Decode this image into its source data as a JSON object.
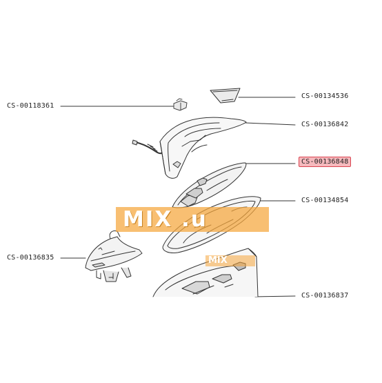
{
  "parts": [
    {
      "id": "p1",
      "code": "CS-00118361",
      "highlighted": false
    },
    {
      "id": "p2",
      "code": "CS-00134536",
      "highlighted": false
    },
    {
      "id": "p3",
      "code": "CS-00136842",
      "highlighted": false
    },
    {
      "id": "p4",
      "code": "CS-00136848",
      "highlighted": true
    },
    {
      "id": "p5",
      "code": "CS-00134854",
      "highlighted": false
    },
    {
      "id": "p6",
      "code": "CS-00136835",
      "highlighted": false
    },
    {
      "id": "p7",
      "code": "CS-00136837",
      "highlighted": false
    }
  ],
  "watermark": {
    "text": "MIX   .u",
    "text_small": "MIX"
  },
  "colors": {
    "line": "#333333",
    "highlight_fill": "#f6b9bd",
    "highlight_border": "#d9434f",
    "watermark": "#f5a63c"
  }
}
